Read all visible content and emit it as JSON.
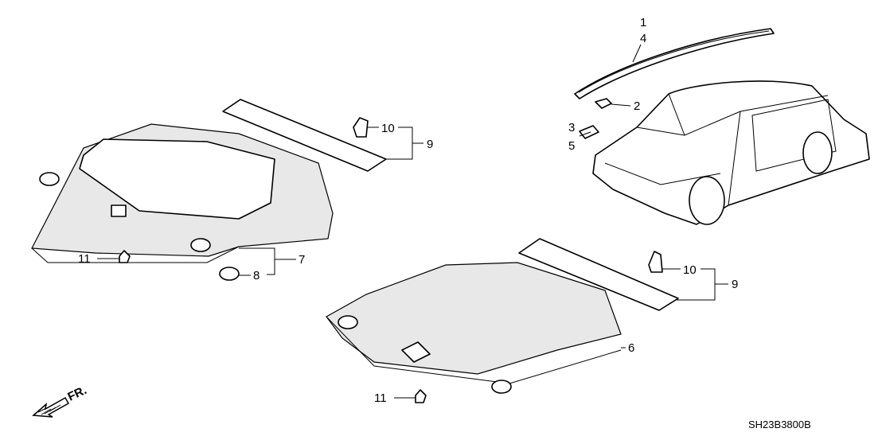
{
  "diagram": {
    "callouts": {
      "c1": "1",
      "c4": "4",
      "c2": "2",
      "c3": "3",
      "c5": "5",
      "c10a": "10",
      "c9a": "9",
      "c11a": "11",
      "c7": "7",
      "c8": "8",
      "c10b": "10",
      "c9b": "9",
      "c6": "6",
      "c11b": "11"
    },
    "front_arrow": "FR.",
    "diagram_code": "SH23B3800B"
  }
}
